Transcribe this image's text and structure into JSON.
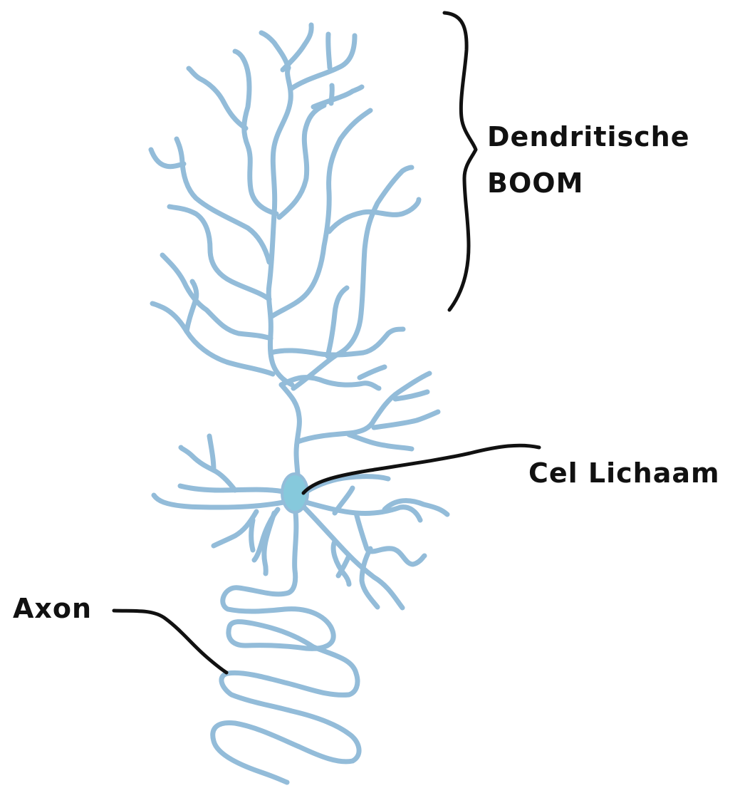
{
  "labels": {
    "dendritic_tree_line1": "Dendritische",
    "dendritic_tree_line2": "BOOM",
    "cell_body": "Cel Lichaam",
    "axon": "Axon"
  },
  "colors": {
    "dendrite": "#93bcd9",
    "soma_fill": "#86c9dc",
    "ink": "#111111"
  }
}
